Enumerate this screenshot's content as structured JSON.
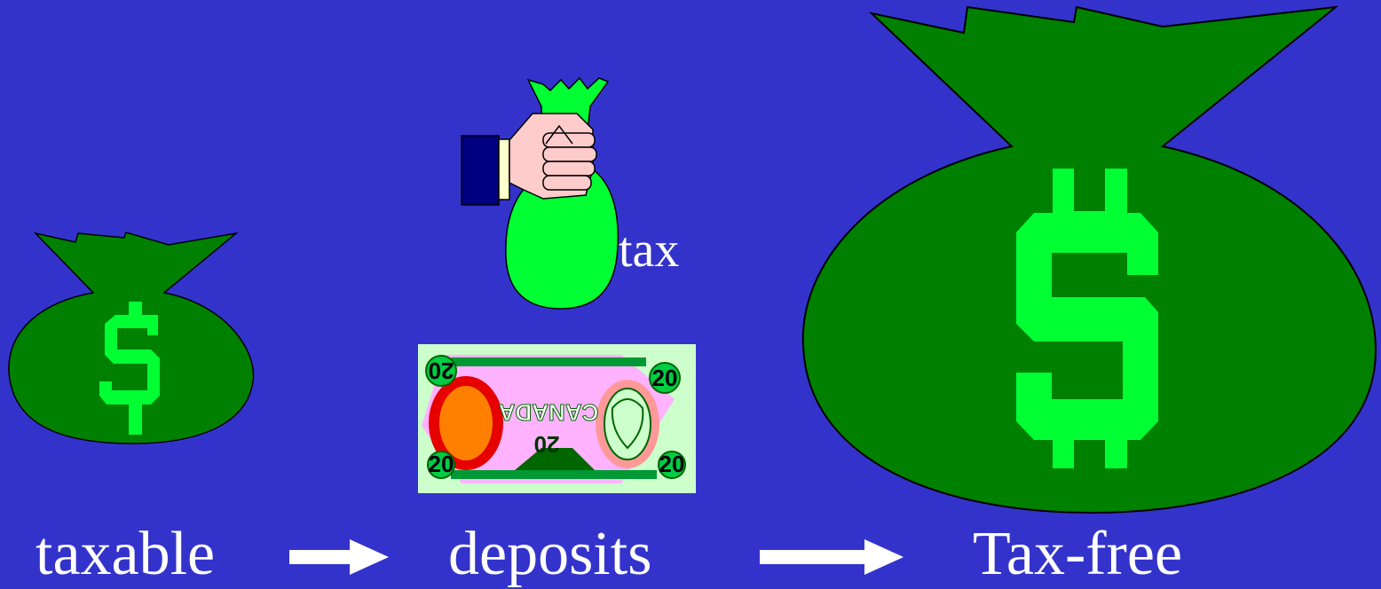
{
  "captions": {
    "taxable": "taxable",
    "deposits": "deposits",
    "tax_free": "Tax-free",
    "tax": "tax"
  },
  "banknote": {
    "country": "CANADA",
    "denomination": "20"
  },
  "colors": {
    "background": "#3333cc",
    "bag_dark": "#008000",
    "bag_light": "#00ff33",
    "text": "#ffffff"
  },
  "icons": [
    "money-bag-small-icon",
    "hand-holding-bag-icon",
    "banknote-icon",
    "money-bag-large-icon",
    "arrow-right-icon"
  ]
}
